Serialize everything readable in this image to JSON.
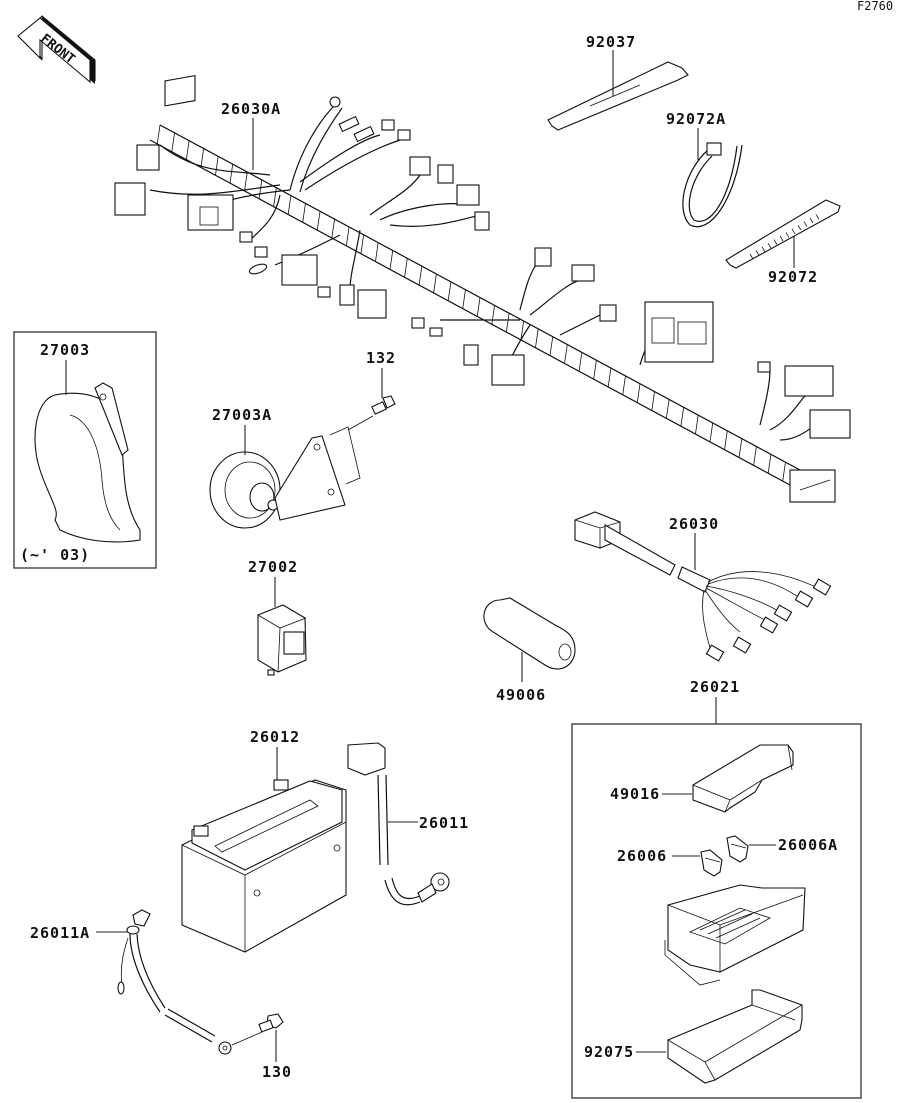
{
  "figure_id": "F2760",
  "front_indicator": "FRONT",
  "parts": {
    "harness_main": "26030A",
    "band_92037": "92037",
    "clamp_92072A": "92072A",
    "band_92072": "92072",
    "horn_27003": "27003",
    "horn_27003_note": "(~' 03)",
    "horn_27003A": "27003A",
    "bolt_132": "132",
    "relay_27002": "27002",
    "harness_26030": "26030",
    "cap_49006": "49006",
    "fuse_box_assy": "26021",
    "cover_49016": "49016",
    "fuse_26006": "26006",
    "fuse_26006A": "26006A",
    "case_92075": "92075",
    "battery_26012": "26012",
    "lead_26011": "26011",
    "lead_26011A": "26011A",
    "bolt_130": "130"
  }
}
